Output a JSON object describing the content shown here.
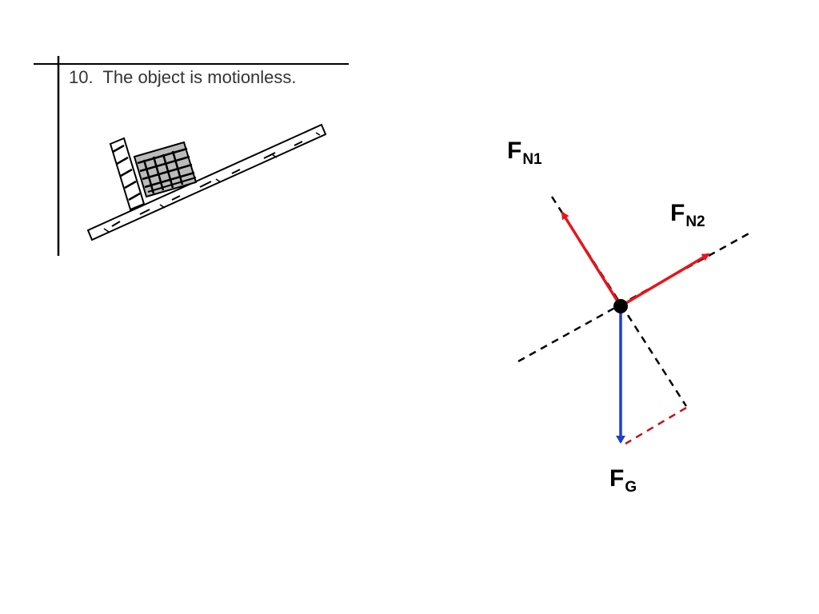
{
  "problem": {
    "number": "10.",
    "statement": "The object is motionless."
  },
  "forces": {
    "normal_1": {
      "symbol": "F",
      "subscript": "N1"
    },
    "normal_2": {
      "symbol": "F",
      "subscript": "N2"
    },
    "gravity": {
      "symbol": "F",
      "subscript": "G"
    }
  },
  "colors": {
    "normal_force": "#e8141b",
    "gravity_force": "#1f3fd0",
    "axis_dash": "#000000",
    "component_dash": "#c0141b"
  }
}
